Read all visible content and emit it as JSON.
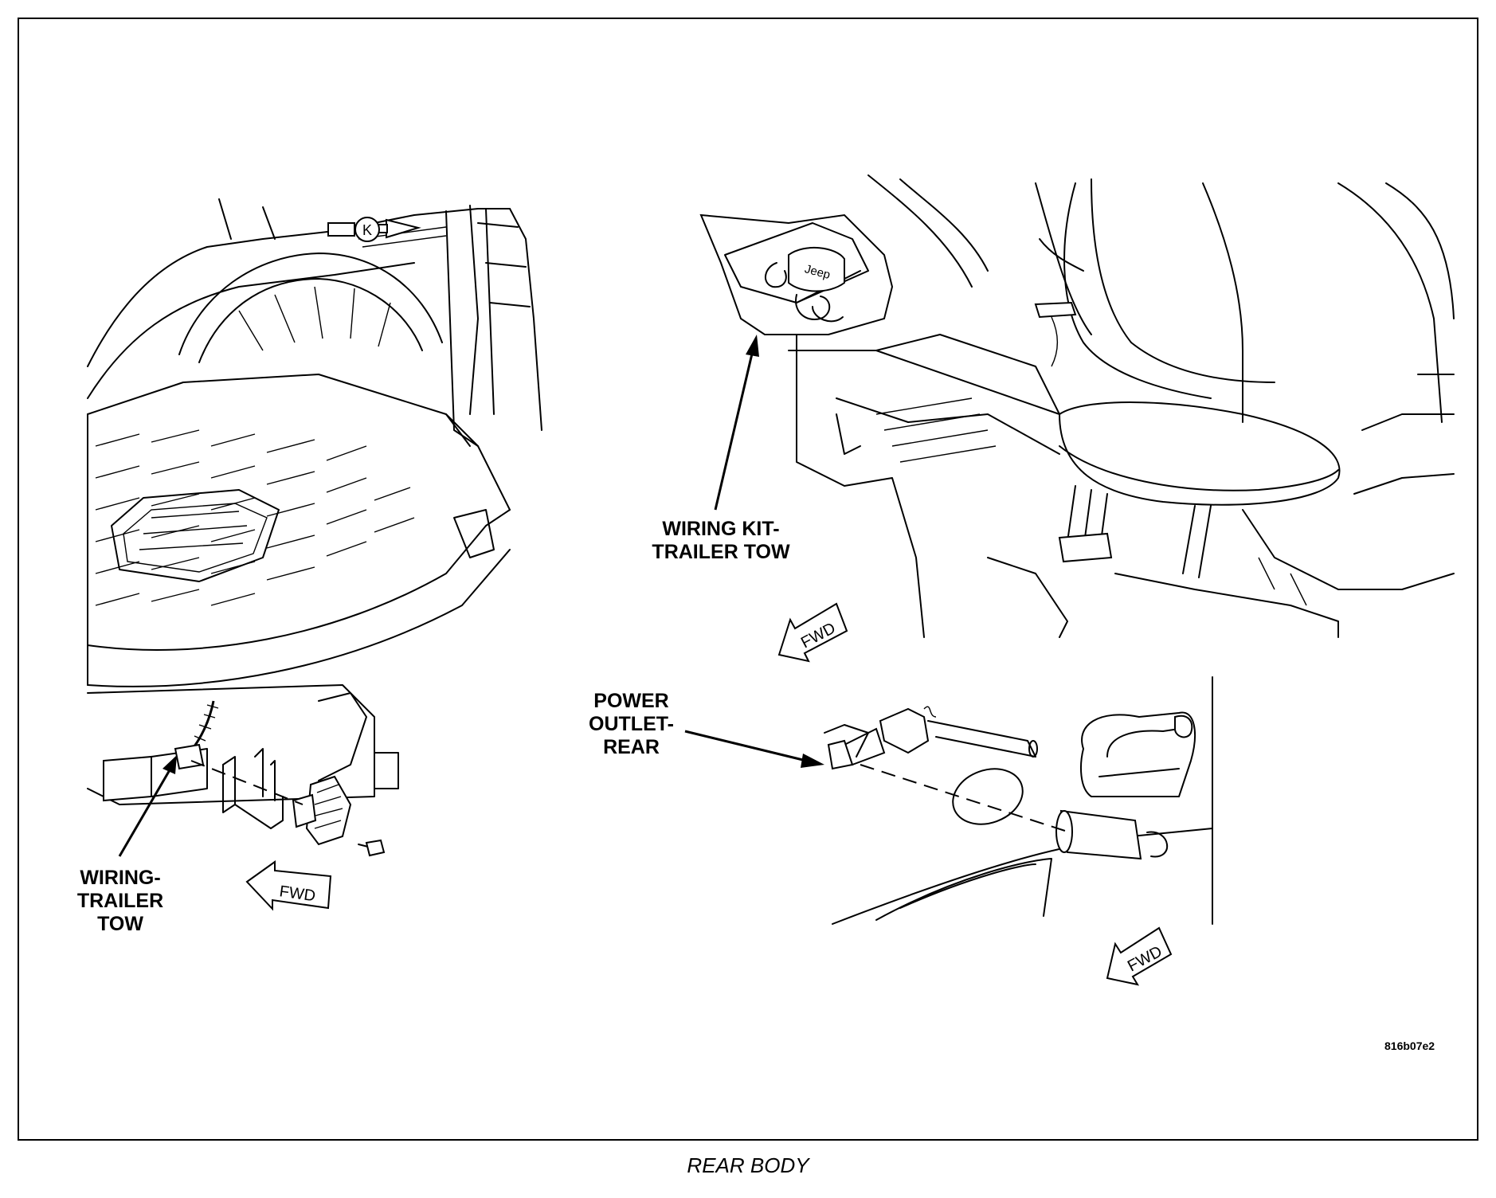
{
  "callouts": {
    "wiring_trailer_tow": "WIRING-\nTRAILER\nTOW",
    "wiring_kit_trailer_tow": "WIRING KIT-\nTRAILER TOW",
    "power_outlet_rear": "POWER\nOUTLET-\nREAR"
  },
  "view_marker": "K",
  "direction_label": "FWD",
  "kit_logo": "Jeep",
  "figure_id": "816b07e2",
  "caption": "REAR BODY"
}
